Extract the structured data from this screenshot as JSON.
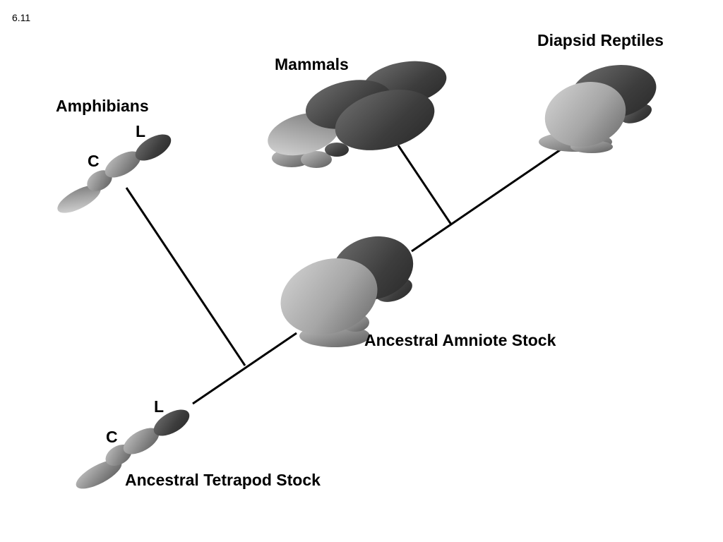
{
  "slide_number": "6.11",
  "labels": {
    "mammals": "Mammals",
    "diapsid_reptiles": "Diapsid Reptiles",
    "amphibians": "Amphibians",
    "ancestral_amniote_stock": "Ancestral Amniote Stock",
    "ancestral_tetrapod_stock": "Ancestral Tetrapod Stock",
    "amphibian_lobe_l": "L",
    "amphibian_lobe_c": "C",
    "tetrapod_lobe_l": "L",
    "tetrapod_lobe_c": "C"
  },
  "colors": {
    "dark_lobe": "#444444",
    "light_lobe": "#b5b5b5",
    "mid_lobe": "#8c8c8c",
    "line": "#000000",
    "background": "#ffffff"
  }
}
